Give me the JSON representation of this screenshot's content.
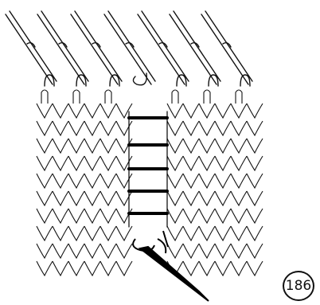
{
  "figure": {
    "number": "186",
    "ink_color": "#111111",
    "paper_color": "#ffffff"
  },
  "illustration": {
    "subject_icon": "knitting-latch-hook-repair-icon",
    "needle_count": 7,
    "laddered_rows_shown": 5
  }
}
